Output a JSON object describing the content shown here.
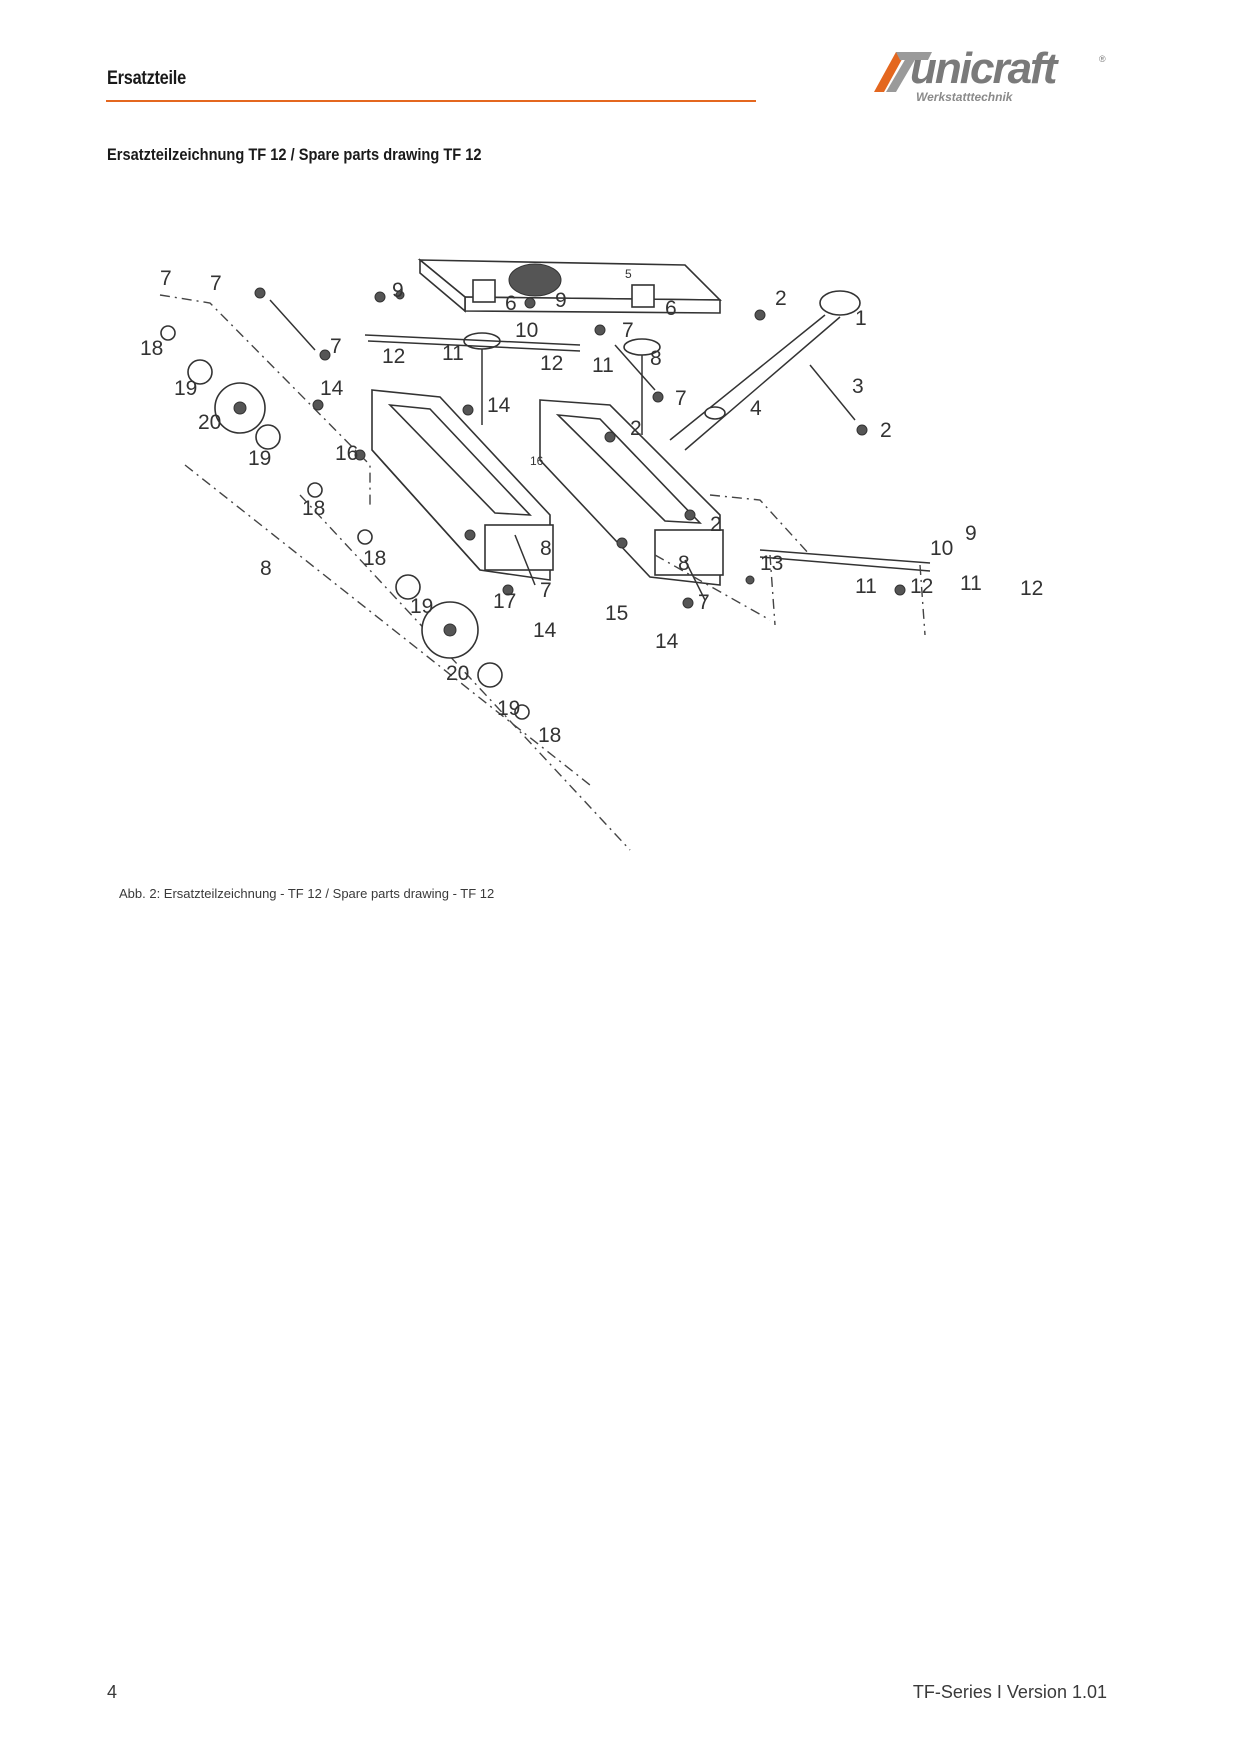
{
  "header": {
    "title": "Ersatzteile"
  },
  "logo": {
    "name": "unicraft",
    "subtitle": "Werkstatttechnik",
    "registered": "®"
  },
  "section": {
    "title": "Ersatzteilzeichnung TF 12 / Spare parts drawing TF 12"
  },
  "figure": {
    "caption": "Abb. 2: Ersatzteilzeichnung - TF 12 / Spare parts drawing - TF 12",
    "labels": [
      "1",
      "2",
      "2",
      "2",
      "2",
      "3",
      "4",
      "5",
      "6",
      "6",
      "7",
      "7",
      "7",
      "7",
      "7",
      "7",
      "7",
      "8",
      "8",
      "8",
      "8",
      "9",
      "9",
      "9",
      "10",
      "10",
      "10",
      "11",
      "11",
      "11",
      "11",
      "12",
      "12",
      "12",
      "12",
      "12",
      "13",
      "14",
      "14",
      "14",
      "14",
      "14",
      "15",
      "16",
      "16",
      "17",
      "18",
      "18",
      "18",
      "18",
      "19",
      "19",
      "19",
      "19",
      "20",
      "20"
    ]
  },
  "footer": {
    "page": "4",
    "version": "TF-Series I Version 1.01"
  }
}
